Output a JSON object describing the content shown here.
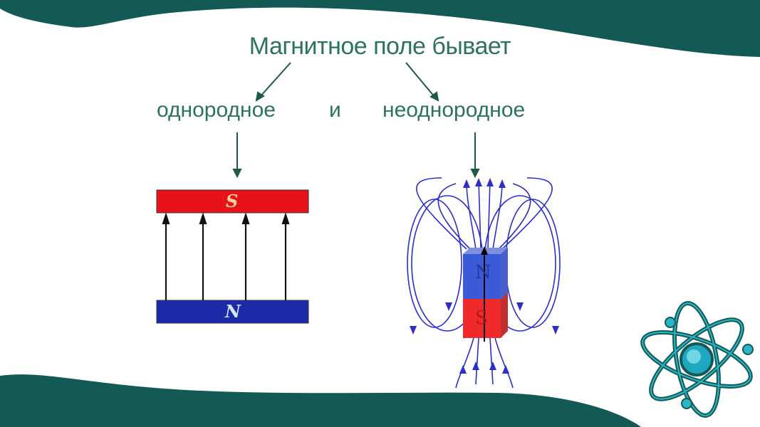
{
  "title": "Магнитное поле бывает",
  "left_label": "однородное",
  "conjunction": "и",
  "right_label": "неоднородное",
  "uniform_field": {
    "top_pole": "S",
    "bottom_pole": "N"
  },
  "bar_magnet": {
    "top_pole": "N",
    "bottom_pole": "S"
  },
  "colors": {
    "accent": "#135a55",
    "text": "#2b7360",
    "south": "#e8121a",
    "north": "#1a2aa8",
    "field_lines": "#2b2fc8"
  }
}
